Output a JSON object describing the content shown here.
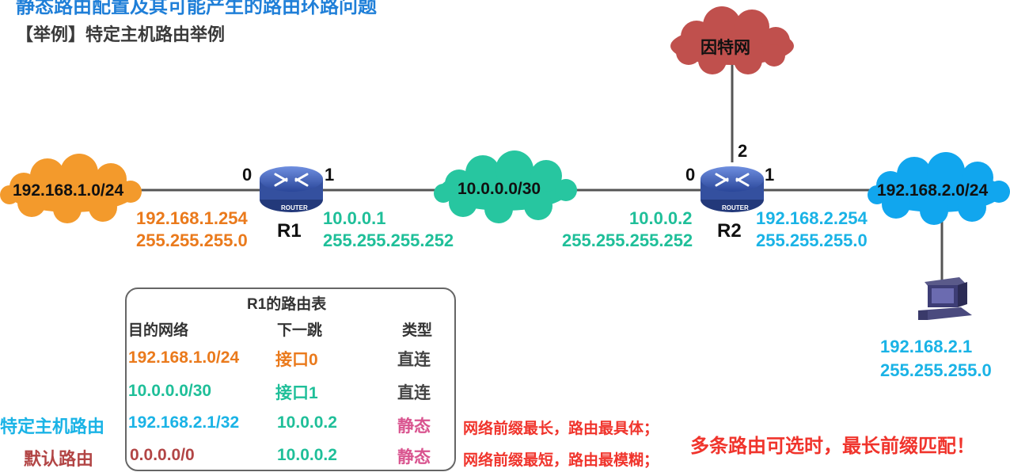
{
  "header": {
    "title_partial": "静态路由配置及其可能产生的路由环路问题",
    "subtitle": "【举例】特定主机路由举例"
  },
  "clouds": {
    "internet": "因特网",
    "net_left": "192.168.1.0/24",
    "net_mid": "10.0.0.0/30",
    "net_right": "192.168.2.0/24"
  },
  "routers": {
    "r1": {
      "name": "R1",
      "badge": "ROUTER",
      "port0": "0",
      "port1": "1"
    },
    "r2": {
      "name": "R2",
      "badge": "ROUTER",
      "port0": "0",
      "port1": "1",
      "port2": "2"
    }
  },
  "interfaces": {
    "r1_if0_ip": "192.168.1.254",
    "r1_if0_mask": "255.255.255.0",
    "r1_if1_ip": "10.0.0.1",
    "r1_if1_mask": "255.255.255.252",
    "r2_if0_ip": "10.0.0.2",
    "r2_if0_mask": "255.255.255.252",
    "r2_if1_ip": "192.168.2.254",
    "r2_if1_mask": "255.255.255.0"
  },
  "host": {
    "ip": "192.168.2.1",
    "mask": "255.255.255.0"
  },
  "routing_table": {
    "title": "R1的路由表",
    "headers": [
      "目的网络",
      "下一跳",
      "类型"
    ],
    "rows": [
      {
        "dest": "192.168.1.0/24",
        "next": "接口0",
        "type": "直连"
      },
      {
        "dest": "10.0.0.0/30",
        "next": "接口1",
        "type": "直连"
      },
      {
        "dest": "192.168.2.1/32",
        "next": "10.0.0.2",
        "type": "静态"
      },
      {
        "dest": "0.0.0.0/0",
        "next": "10.0.0.2",
        "type": "静态"
      }
    ]
  },
  "side_labels": {
    "host_route": "特定主机路由",
    "default_route": "默认路由"
  },
  "notes": {
    "longest": "网络前缀最长，路由最具体；",
    "shortest": "网络前缀最短，路由最模糊；",
    "rule": "多条路由可选时，最长前缀匹配！"
  },
  "colors": {
    "orange": "#ea7a1c",
    "teal": "#1fbf99",
    "blue": "#1ab3e6",
    "internet_cloud": "#c0504d",
    "router": "#3b5bb5",
    "red": "#f0342c"
  }
}
